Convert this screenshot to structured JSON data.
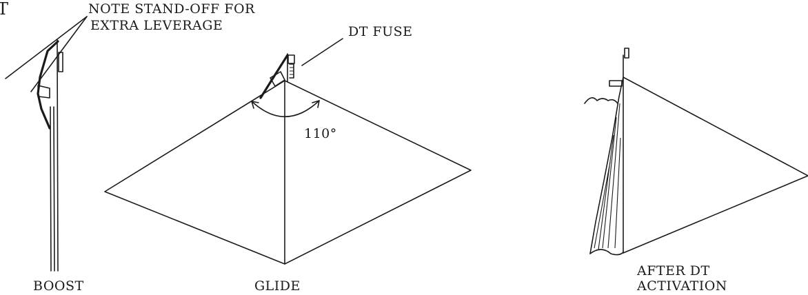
{
  "labels": {
    "cut_glyph": "T",
    "note_line1": "NOTE STAND-OFF FOR",
    "note_line2": "EXTRA LEVERAGE",
    "dt_fuse": "DT FUSE",
    "angle": "110°",
    "boost": "BOOST",
    "glide": "GLIDE",
    "after_line1": "AFTER DT",
    "after_line2": "ACTIVATION"
  }
}
